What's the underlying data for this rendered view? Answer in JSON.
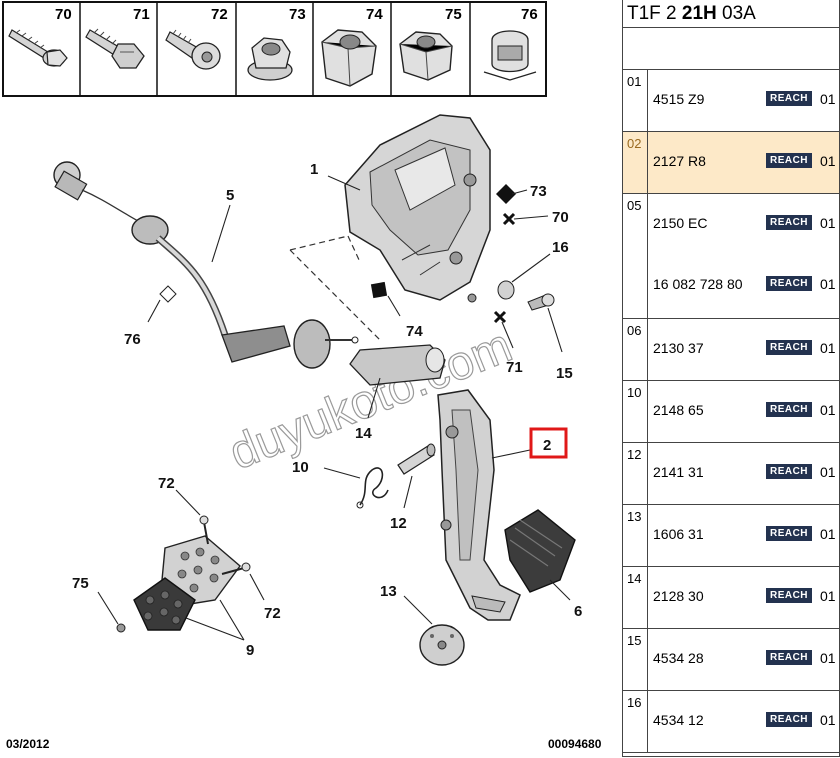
{
  "diagram": {
    "top_strip": [
      {
        "no": "70",
        "icon": "flanged-bolt-icon"
      },
      {
        "no": "71",
        "icon": "hex-bolt-icon"
      },
      {
        "no": "72",
        "icon": "screw-icon"
      },
      {
        "no": "73",
        "icon": "flange-nut-icon"
      },
      {
        "no": "74",
        "icon": "hex-nut-icon"
      },
      {
        "no": "75",
        "icon": "cap-nut-icon"
      },
      {
        "no": "76",
        "icon": "clip-icon"
      }
    ],
    "callouts": {
      "c1": "1",
      "c5": "5",
      "c73": "73",
      "c70": "70",
      "c16": "16",
      "c76": "76",
      "c74": "74",
      "c71": "71",
      "c15": "15",
      "c14": "14",
      "c2": "2",
      "c10": "10",
      "c12": "12",
      "c72a": "72",
      "c72b": "72",
      "c75": "75",
      "c9": "9",
      "c13": "13",
      "c6": "6"
    },
    "watermark": "duyukoto.com",
    "date": "03/2012",
    "ref": "00094680",
    "highlight_color": "#e01818"
  },
  "panel": {
    "title_prefix": "T1F 2",
    "title_bold": "21H",
    "title_suffix": "03A",
    "badge": "REACH",
    "selected_color": "#fde9c8",
    "rows": [
      {
        "idx": "01",
        "entries": [
          {
            "code": "4515 Z9",
            "qty": "01"
          }
        ]
      },
      {
        "idx": "02",
        "entries": [
          {
            "code": "2127 R8",
            "qty": "01"
          }
        ],
        "selected": true
      },
      {
        "idx": "05",
        "entries": [
          {
            "code": "2150 EC",
            "qty": "01"
          },
          {
            "code": "16 082 728 80",
            "qty": "01"
          }
        ]
      },
      {
        "idx": "06",
        "entries": [
          {
            "code": "2130 37",
            "qty": "01"
          }
        ]
      },
      {
        "idx": "10",
        "entries": [
          {
            "code": "2148 65",
            "qty": "01"
          }
        ]
      },
      {
        "idx": "12",
        "entries": [
          {
            "code": "2141 31",
            "qty": "01"
          }
        ]
      },
      {
        "idx": "13",
        "entries": [
          {
            "code": "1606 31",
            "qty": "01"
          }
        ]
      },
      {
        "idx": "14",
        "entries": [
          {
            "code": "2128 30",
            "qty": "01"
          }
        ]
      },
      {
        "idx": "15",
        "entries": [
          {
            "code": "4534 28",
            "qty": "01"
          }
        ]
      },
      {
        "idx": "16",
        "entries": [
          {
            "code": "4534 12",
            "qty": "01"
          }
        ]
      }
    ]
  }
}
